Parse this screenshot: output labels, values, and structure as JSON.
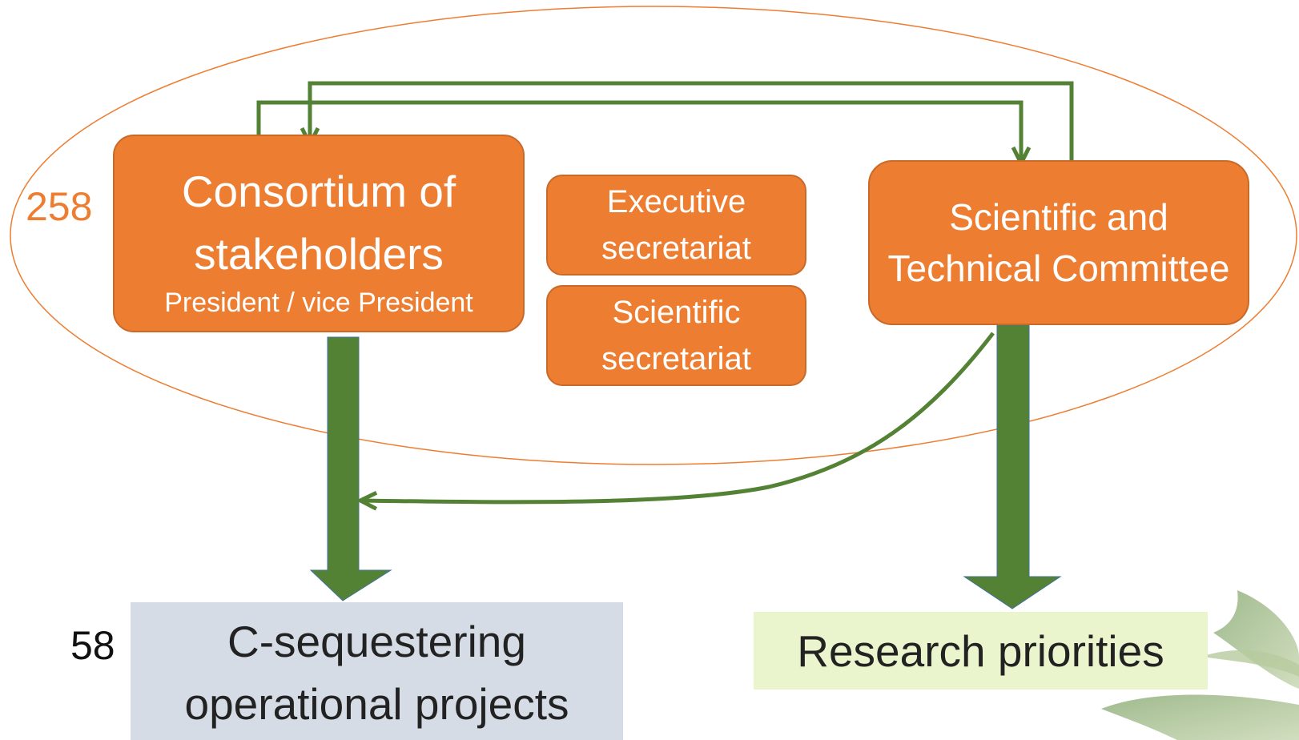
{
  "diagram": {
    "consortium": {
      "title": "Consortium of stakeholders",
      "subtitle": "President / vice President"
    },
    "executive_secretariat": "Executive secretariat",
    "scientific_secretariat": "Scientific secretariat",
    "committee": "Scientific and Technical Committee",
    "c_sequestering": "C-sequestering operational projects",
    "research_priorities": "Research priorities",
    "count_consortium": "258",
    "count_projects": "58"
  },
  "colors": {
    "box_orange": "#ed7d31",
    "ellipse_outline": "#ed7d31",
    "arrow_green": "#548235",
    "projects_fill": "#d5dce6",
    "research_fill": "#ebf5cd"
  },
  "icons": [
    "leaf-decoration"
  ]
}
